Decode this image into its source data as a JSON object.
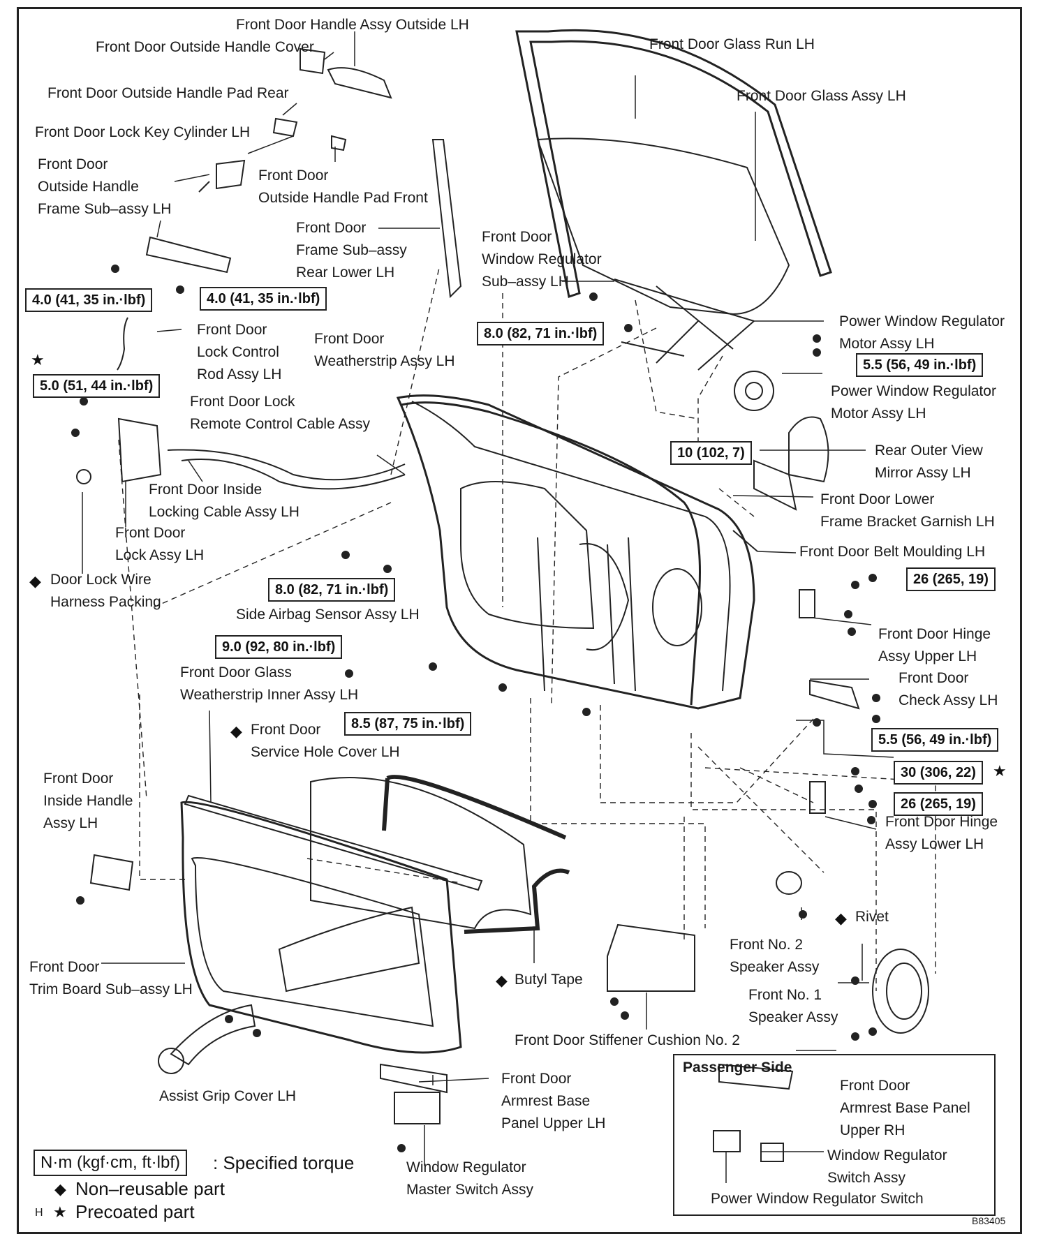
{
  "labels": {
    "handle_assy_outside": "Front Door Handle Assy Outside LH",
    "outside_handle_cover": "Front Door Outside Handle Cover",
    "outside_handle_pad_rear": "Front Door Outside Handle Pad Rear",
    "lock_key_cylinder": "Front Door Lock Key Cylinder LH",
    "outside_handle_frame": "Front Door\nOutside Handle\nFrame Sub–assy LH",
    "outside_handle_pad_front": "Front Door\nOutside Handle Pad Front",
    "frame_rear_lower": "Front Door\nFrame Sub–assy\nRear Lower LH",
    "glass_run": "Front Door Glass Run LH",
    "glass_assy": "Front Door Glass Assy LH",
    "window_regulator": "Front Door\nWindow Regulator\nSub–assy LH",
    "pw_motor_1": "Power Window Regulator\nMotor Assy LH",
    "pw_motor_2": "Power Window Regulator\nMotor Assy LH",
    "lock_control_rod": "Front Door\nLock Control\nRod Assy LH",
    "weatherstrip": "Front Door\nWeatherstrip Assy LH",
    "remote_control_cable": "Front Door Lock\nRemote Control Cable Assy",
    "inside_locking_cable": "Front Door Inside\nLocking Cable Assy LH",
    "lock_assy": "Front Door\nLock Assy LH",
    "harness_packing": "Door Lock Wire\nHarness Packing",
    "rear_view_mirror": "Rear Outer View\nMirror Assy LH",
    "lower_frame_garnish": "Front Door Lower\nFrame Bracket Garnish LH",
    "belt_moulding": "Front Door Belt Moulding LH",
    "side_airbag_sensor": "Side Airbag Sensor Assy LH",
    "hinge_upper": "Front Door Hinge\nAssy Upper LH",
    "glass_weatherstrip_inner": "Front Door Glass\nWeatherstrip Inner Assy LH",
    "check_assy": "Front Door\nCheck Assy LH",
    "service_hole_cover": "Front Door\nService Hole Cover LH",
    "inside_handle": "Front Door\nInside Handle\nAssy LH",
    "hinge_lower": "Front Door Hinge\nAssy Lower LH",
    "rivet": "Rivet",
    "no2_speaker": "Front No. 2\nSpeaker Assy",
    "no1_speaker": "Front No. 1\nSpeaker Assy",
    "trim_board": "Front Door\nTrim Board Sub–assy LH",
    "butyl_tape": "Butyl Tape",
    "stiffener_cushion": "Front Door Stiffener Cushion No. 2",
    "assist_grip_cover": "Assist Grip Cover LH",
    "armrest_base_upper": "Front Door\nArmrest Base\nPanel Upper LH",
    "master_switch": "Window Regulator\nMaster Switch Assy"
  },
  "torques": {
    "t1": "4.0 (41, 35 in.·lbf)",
    "t2": "4.0 (41, 35 in.·lbf)",
    "t3": "8.0 (82, 71 in.·lbf)",
    "t4": "5.5 (56, 49 in.·lbf)",
    "t5": "5.0 (51, 44 in.·lbf)",
    "t6": "10 (102, 7)",
    "t7": "8.0 (82, 71 in.·lbf)",
    "t8": "26 (265, 19)",
    "t9": "9.0 (92, 80 in.·lbf)",
    "t10": "8.5 (87, 75 in.·lbf)",
    "t11": "5.5 (56, 49 in.·lbf)",
    "t12": "30 (306, 22)",
    "t13": "26 (265, 19)"
  },
  "marks": {
    "diamond": "◆",
    "star": "★"
  },
  "passenger": {
    "title": "Passenger Side",
    "armrest_rh": "Front Door\nArmrest Base Panel\nUpper RH",
    "switch_assy": "Window Regulator\nSwitch Assy",
    "pw_switch": "Power Window Regulator Switch"
  },
  "legend": {
    "torque_unit": "N·m (kgf·cm, ft·lbf)",
    "torque_text": ": Specified torque",
    "nonreusable": "Non–reusable part",
    "precoated": "Precoated part",
    "h_mark": "H"
  },
  "figure_id": "B83405"
}
